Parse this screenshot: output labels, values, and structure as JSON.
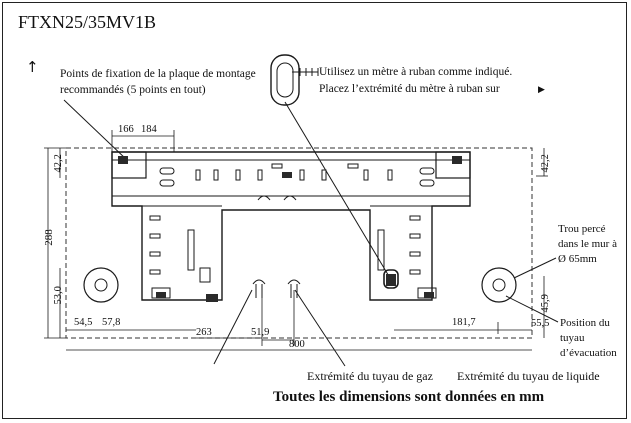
{
  "title": "FTXN25/35MV1B",
  "note": {
    "arrow_glyph": "↑",
    "text": "Points de fixation de la plaque de montage recommandés (5 points en tout)"
  },
  "tape": {
    "line1": "Utilisez un mètre à ruban comme indiqué.",
    "line2": "Placez l’extrémité du mètre à ruban sur",
    "arrow_glyph": "▶"
  },
  "labels": {
    "wall_hole": "Trou percé dans le mur à Ø 65mm",
    "drain": "Position du tuyau d’évacuation",
    "gas_end": "Extrémité du tuyau de gaz",
    "liquid_end": "Extrémité du tuyau de liquide"
  },
  "dimensions": {
    "d166": "166",
    "d184": "184",
    "d42_left": "42,2",
    "d288": "288",
    "d53": "53,0",
    "d42_right": "42,2",
    "d459": "45,9",
    "d545": "54,5",
    "d578": "57,8",
    "d263": "263",
    "d519": "51,9",
    "d800": "800",
    "d1817": "181,7",
    "d555": "55,5"
  },
  "footer": "Toutes les dimensions sont données en mm",
  "colors": {
    "line": "#1a1a1a",
    "dash": "#333333",
    "fill_dark": "#2a2a2a",
    "background": "#ffffff"
  }
}
